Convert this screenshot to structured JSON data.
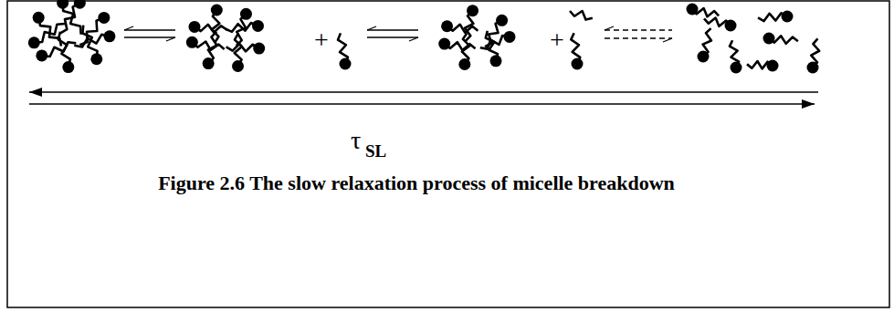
{
  "diagram": {
    "caption": "Figure 2.6 The slow relaxation process of micelle breakdown",
    "labels": [
      "+",
      "+",
      "τ",
      "SL"
    ]
  }
}
